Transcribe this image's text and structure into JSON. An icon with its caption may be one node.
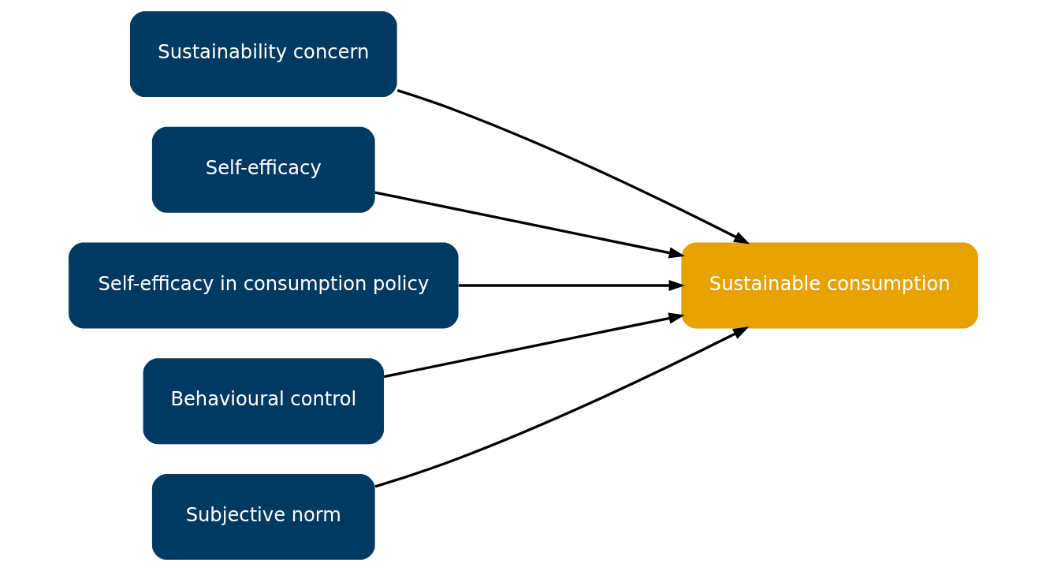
{
  "diagram": {
    "nodes": [
      {
        "text": [
          "Sustainability concern"
        ]
      },
      {
        "text": [
          "Self-efficacy"
        ]
      },
      {
        "text": [
          "Self-efficacy in consumption policy"
        ]
      },
      {
        "text": [
          "Behavioural control"
        ]
      },
      {
        "text": [
          "Subjective norm"
        ]
      },
      {
        "text": [
          "Sustainable consumption"
        ]
      }
    ],
    "edges": [
      {
        "from": 0,
        "to": 5,
        "arrow": "to"
      },
      {
        "from": 1,
        "to": 5,
        "arrow": "to"
      },
      {
        "from": 2,
        "to": 5,
        "arrow": "to"
      },
      {
        "from": 3,
        "to": 5,
        "arrow": "to"
      },
      {
        "from": 4,
        "to": 5,
        "arrow": "to"
      }
    ]
  }
}
